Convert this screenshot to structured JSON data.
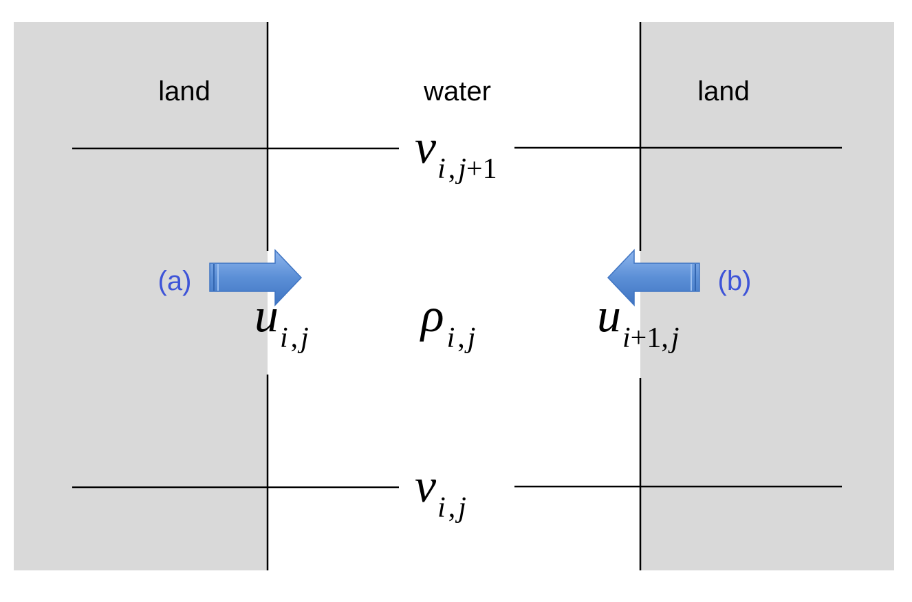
{
  "regions": {
    "left_label": "land",
    "center_label": "water",
    "right_label": "land"
  },
  "arrows": {
    "left": {
      "label": "(a)"
    },
    "right": {
      "label": "(b)"
    }
  },
  "variables": {
    "v_top": {
      "base": "v",
      "sub_i": "i",
      "sub_rest": ",",
      "sub_j": "j",
      "sub_tail": "+1"
    },
    "u_left": {
      "base": "u",
      "sub_i": "i",
      "sub_mid": ",",
      "sub_j": "j"
    },
    "rho": {
      "base": "ρ",
      "sub_i": "i",
      "sub_mid": ",",
      "sub_j": "j"
    },
    "u_right": {
      "base": "u",
      "sub_i": "i",
      "sub_plus": "+1,",
      "sub_j": "j"
    },
    "v_bottom": {
      "base": "v",
      "sub_i": "i",
      "sub_mid": ",",
      "sub_j": "j"
    }
  },
  "colors": {
    "land": "#d9d9d9",
    "water": "#ffffff",
    "lines": "#000000",
    "arrow_fill": "#5b8fd6",
    "label_blue": "#3e54d8"
  }
}
